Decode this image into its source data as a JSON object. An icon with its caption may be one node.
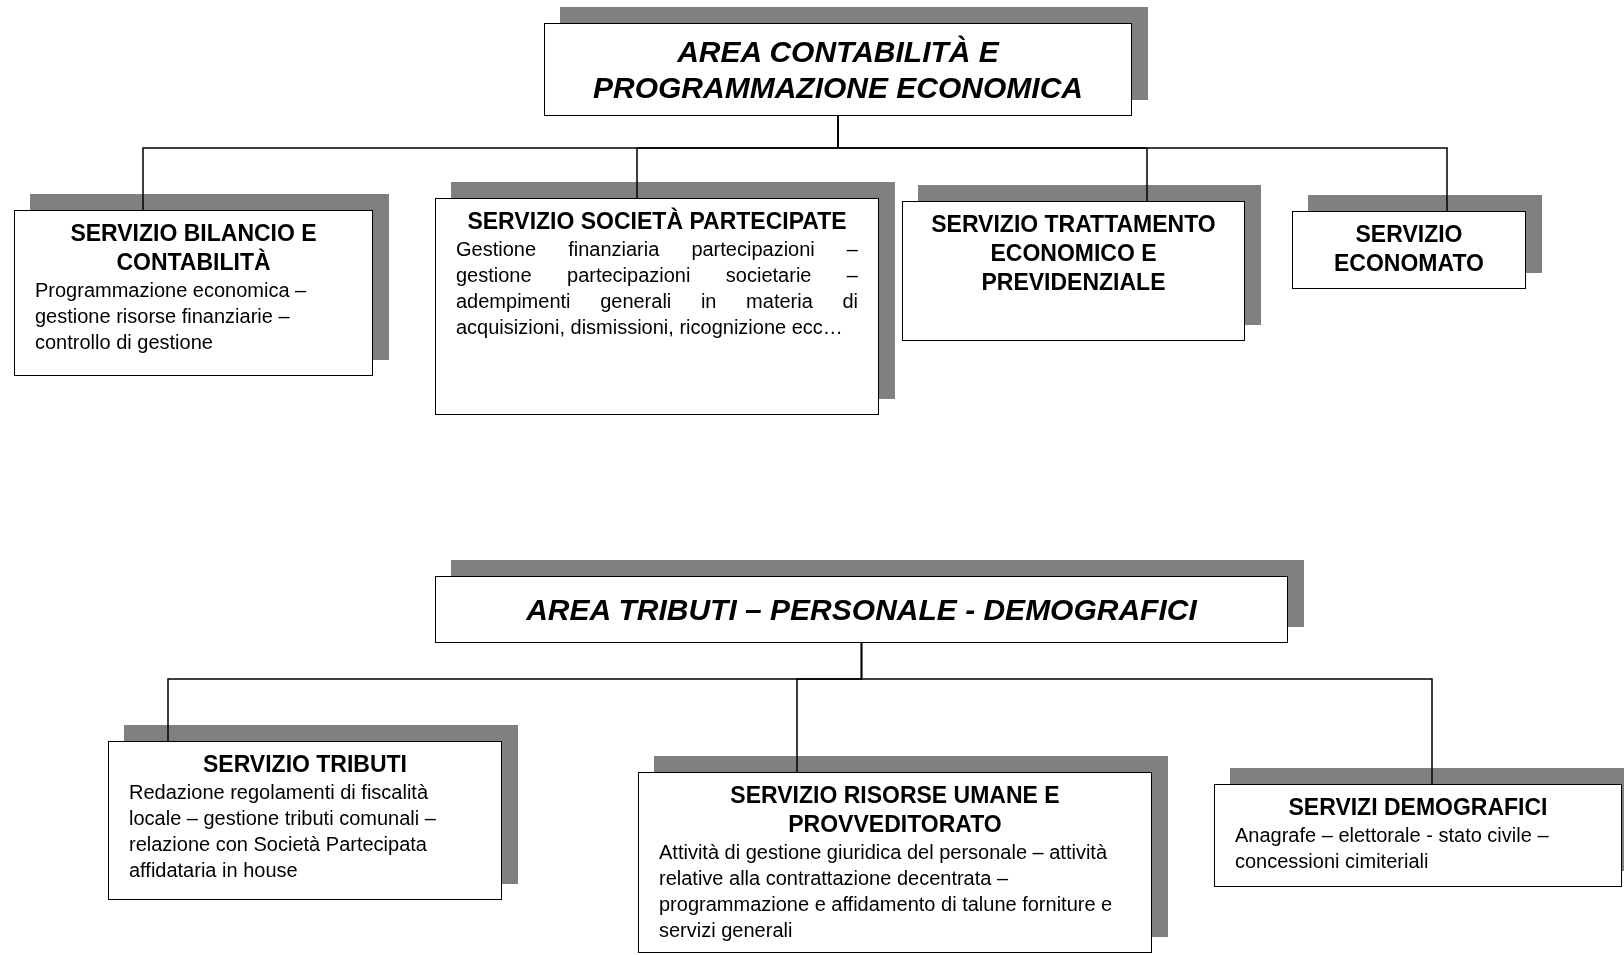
{
  "diagram": {
    "nodes": [
      {
        "text": [
          "AREA CONTABILITÀ E PROGRAMMAZIONE ECONOMICA"
        ]
      },
      {
        "text": [
          "SERVIZIO BILANCIO E CONTABILITÀ",
          "Programmazione economica – gestione risorse finanziarie – controllo di gestione"
        ]
      },
      {
        "text": [
          "SERVIZIO SOCIETÀ PARTECIPATE",
          "Gestione finanziaria partecipazioni – gestione partecipazioni societarie – adempimenti generali in materia di acquisizioni, dismissioni, ricognizione ecc…"
        ]
      },
      {
        "text": [
          "SERVIZIO TRATTAMENTO ECONOMICO E PREVIDENZIALE"
        ]
      },
      {
        "text": [
          "SERVIZIO ECONOMATO"
        ]
      },
      {
        "text": [
          "AREA TRIBUTI – PERSONALE - DEMOGRAFICI"
        ]
      },
      {
        "text": [
          "SERVIZIO TRIBUTI",
          "Redazione regolamenti di fiscalità locale – gestione tributi comunali – relazione con Società Partecipata affidataria in house"
        ]
      },
      {
        "text": [
          "SERVIZIO RISORSE UMANE E PROVVEDITORATO",
          "Attività di gestione giuridica del personale – attività relative alla contrattazione decentrata – programmazione e affidamento di talune forniture e servizi generali"
        ]
      },
      {
        "text": [
          "SERVIZI DEMOGRAFICI",
          "Anagrafe – elettorale - stato civile – concessioni cimiteriali"
        ]
      }
    ],
    "edges": [
      {
        "from": 0,
        "to": 1,
        "arrow": "none"
      },
      {
        "from": 0,
        "to": 2,
        "arrow": "none"
      },
      {
        "from": 0,
        "to": 3,
        "arrow": "none"
      },
      {
        "from": 0,
        "to": 4,
        "arrow": "none"
      },
      {
        "from": 5,
        "to": 6,
        "arrow": "none"
      },
      {
        "from": 5,
        "to": 7,
        "arrow": "none"
      },
      {
        "from": 5,
        "to": 8,
        "arrow": "none"
      }
    ]
  }
}
